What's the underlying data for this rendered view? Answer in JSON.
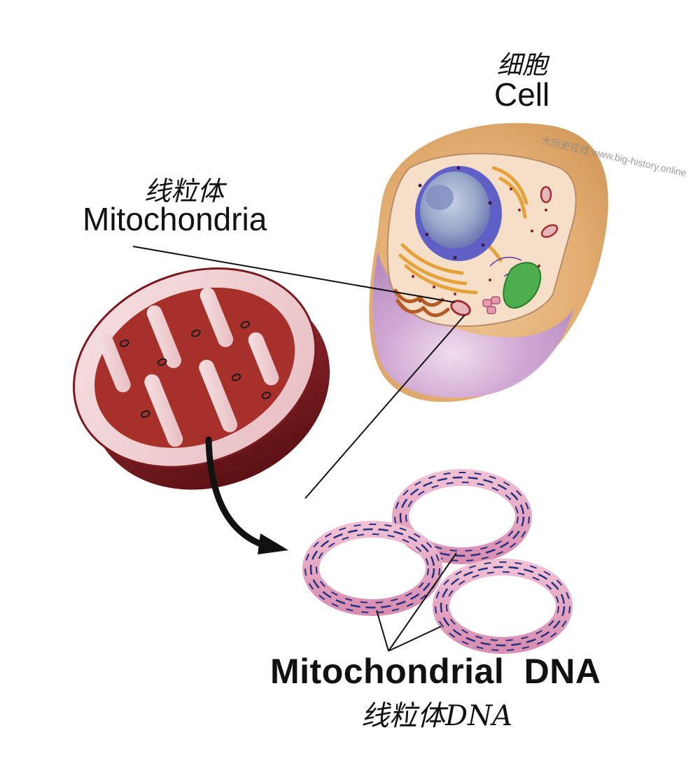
{
  "labels": {
    "cell_cn": "细胞",
    "cell_en": "Cell",
    "mito_cn": "线粒体",
    "mito_en": "Mitochondria",
    "mtdna_en": "Mitochondrial  DNA",
    "mtdna_cn": "线粒体DNA"
  },
  "watermark": "大历史在线 www.big-history.online",
  "colors": {
    "cell_outer": "#e8b97a",
    "cell_purple": "#c9a2d4",
    "nucleus": "#6f6fd1",
    "mito_outer": "#f2d3d6",
    "mito_inner": "#a8302b",
    "dna_ring": "#e7a3c2",
    "dna_strand": "#23307f"
  }
}
